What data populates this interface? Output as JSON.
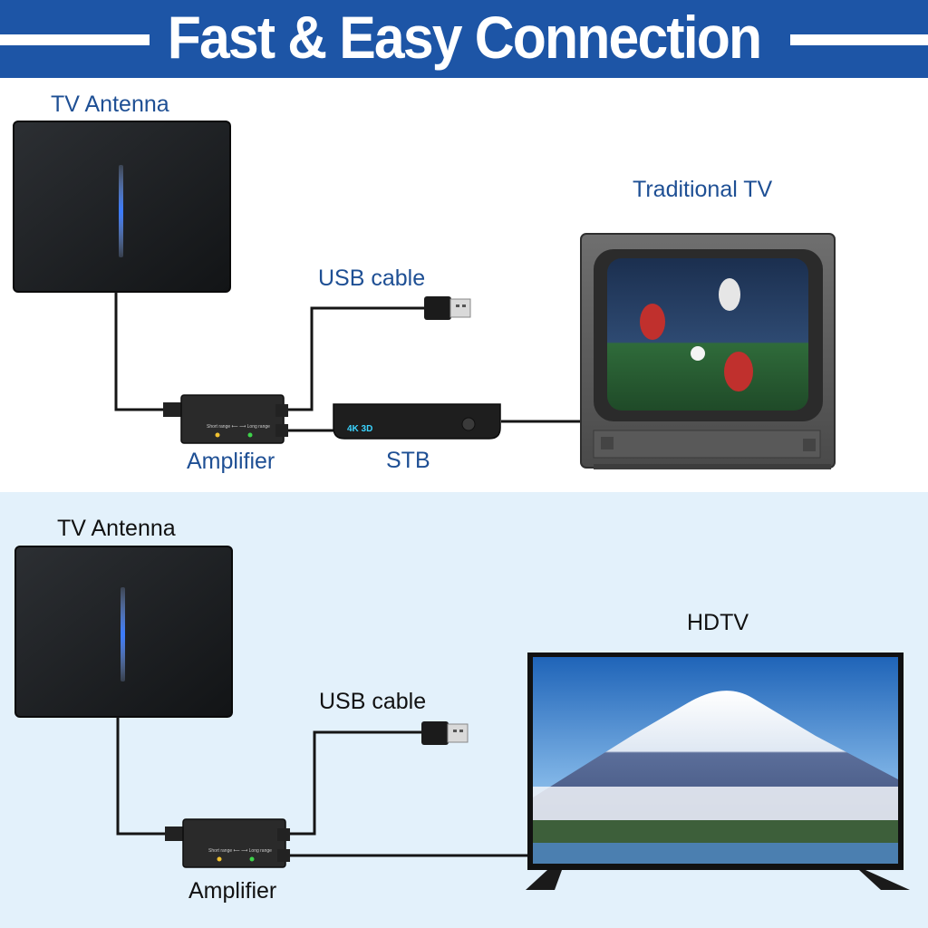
{
  "header": {
    "title": "Fast & Easy Connection"
  },
  "setups": [
    {
      "antenna_label": "TV Antenna",
      "usb_label": "USB cable",
      "amplifier_label": "Amplifier",
      "stb_label": "STB",
      "tv_label": "Traditional TV"
    },
    {
      "antenna_label": "TV Antenna",
      "usb_label": "USB cable",
      "amplifier_label": "Amplifier",
      "tv_label": "HDTV"
    }
  ],
  "devices": {
    "amplifier_text": "Short range ⟵ ⟶ Long range",
    "stb_text": "4K 3D"
  },
  "colors": {
    "banner": "#1d55a6",
    "label_blue": "#1e4f94",
    "bottom_panel": "#e3f1fb",
    "antenna_glow": "#3b7bff"
  }
}
